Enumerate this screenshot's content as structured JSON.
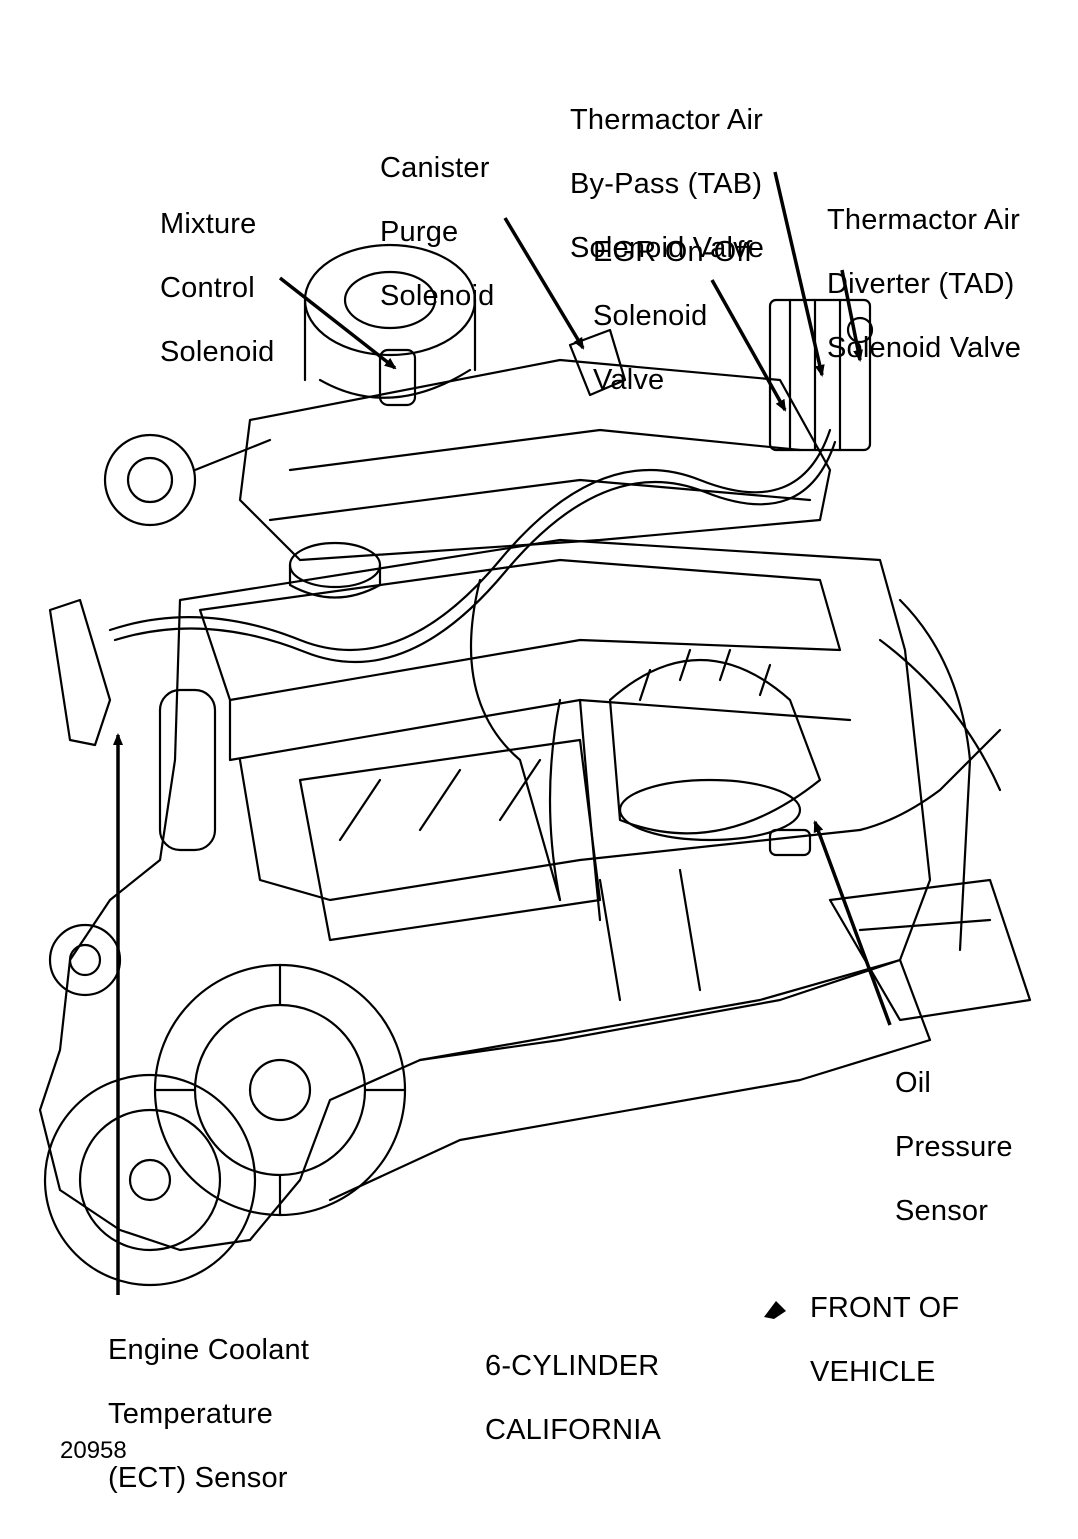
{
  "labels": {
    "mixture_control": [
      "Mixture",
      "Control",
      "Solenoid"
    ],
    "canister_purge": [
      "Canister",
      "Purge",
      "Solenoid"
    ],
    "thermactor_tab": [
      "Thermactor Air",
      "By-Pass (TAB)",
      "Solenoid Valve"
    ],
    "egr_onoff": [
      "EGR On-Off",
      "Solenoid",
      "Valve"
    ],
    "thermactor_tad": [
      "Thermactor Air",
      "Diverter (TAD)",
      "Solenoid Valve"
    ],
    "oil_pressure": [
      "Oil",
      "Pressure",
      "Sensor"
    ],
    "ect_sensor": [
      "Engine Coolant",
      "Temperature",
      "(ECT) Sensor"
    ],
    "engine_type": [
      "6-CYLINDER",
      "CALIFORNIA"
    ],
    "front_of_vehicle": [
      "FRONT OF",
      "VEHICLE"
    ]
  },
  "figure_number": "20958",
  "colors": {
    "ink": "#000000",
    "paper": "#ffffff"
  }
}
